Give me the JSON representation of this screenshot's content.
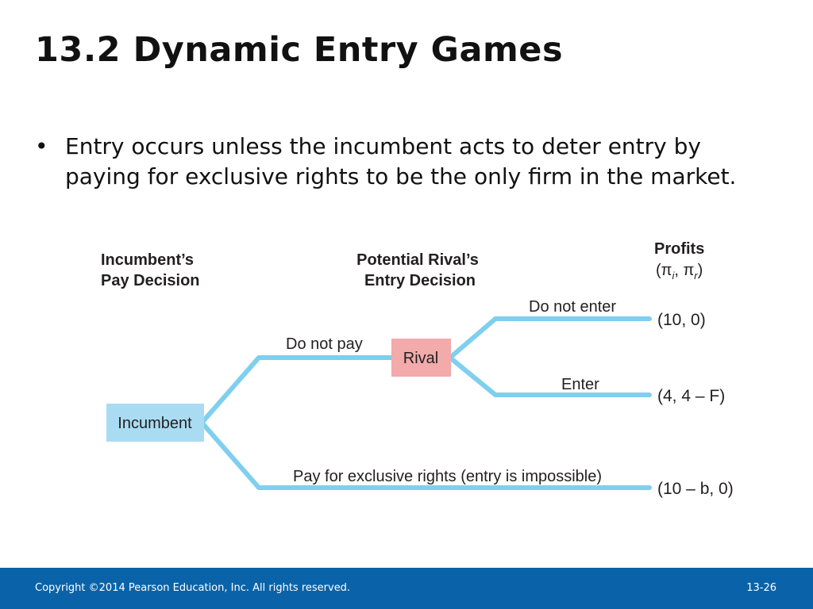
{
  "slide": {
    "title": "13.2  Dynamic Entry Games",
    "bullets": [
      "Entry occurs unless the incumbent acts to deter entry by paying for exclusive rights to be the only firm in the market."
    ]
  },
  "diagram": {
    "headers": {
      "incumbent_line1": "Incumbent’s",
      "incumbent_line2": "Pay Decision",
      "rival_line1": "Potential Rival’s",
      "rival_line2": "Entry Decision",
      "profits_line1": "Profits"
    },
    "nodes": {
      "incumbent": "Incumbent",
      "rival": "Rival"
    },
    "branches": {
      "do_not_pay": "Do not pay",
      "pay_exclusive": "Pay for exclusive rights (entry is impossible)",
      "do_not_enter": "Do not enter",
      "enter": "Enter"
    },
    "payoffs": {
      "do_not_enter": "(10, 0)",
      "enter": "(4, 4 – F)",
      "pay_exclusive": "(10 – b, 0)"
    },
    "colors": {
      "branch_line": "#7fcfee",
      "incumbent_box": "#a9dcf3",
      "rival_box": "#f2aaaa"
    }
  },
  "footer": {
    "copyright": "Copyright ©2014 Pearson Education, Inc. All rights reserved.",
    "page": "13-26"
  }
}
